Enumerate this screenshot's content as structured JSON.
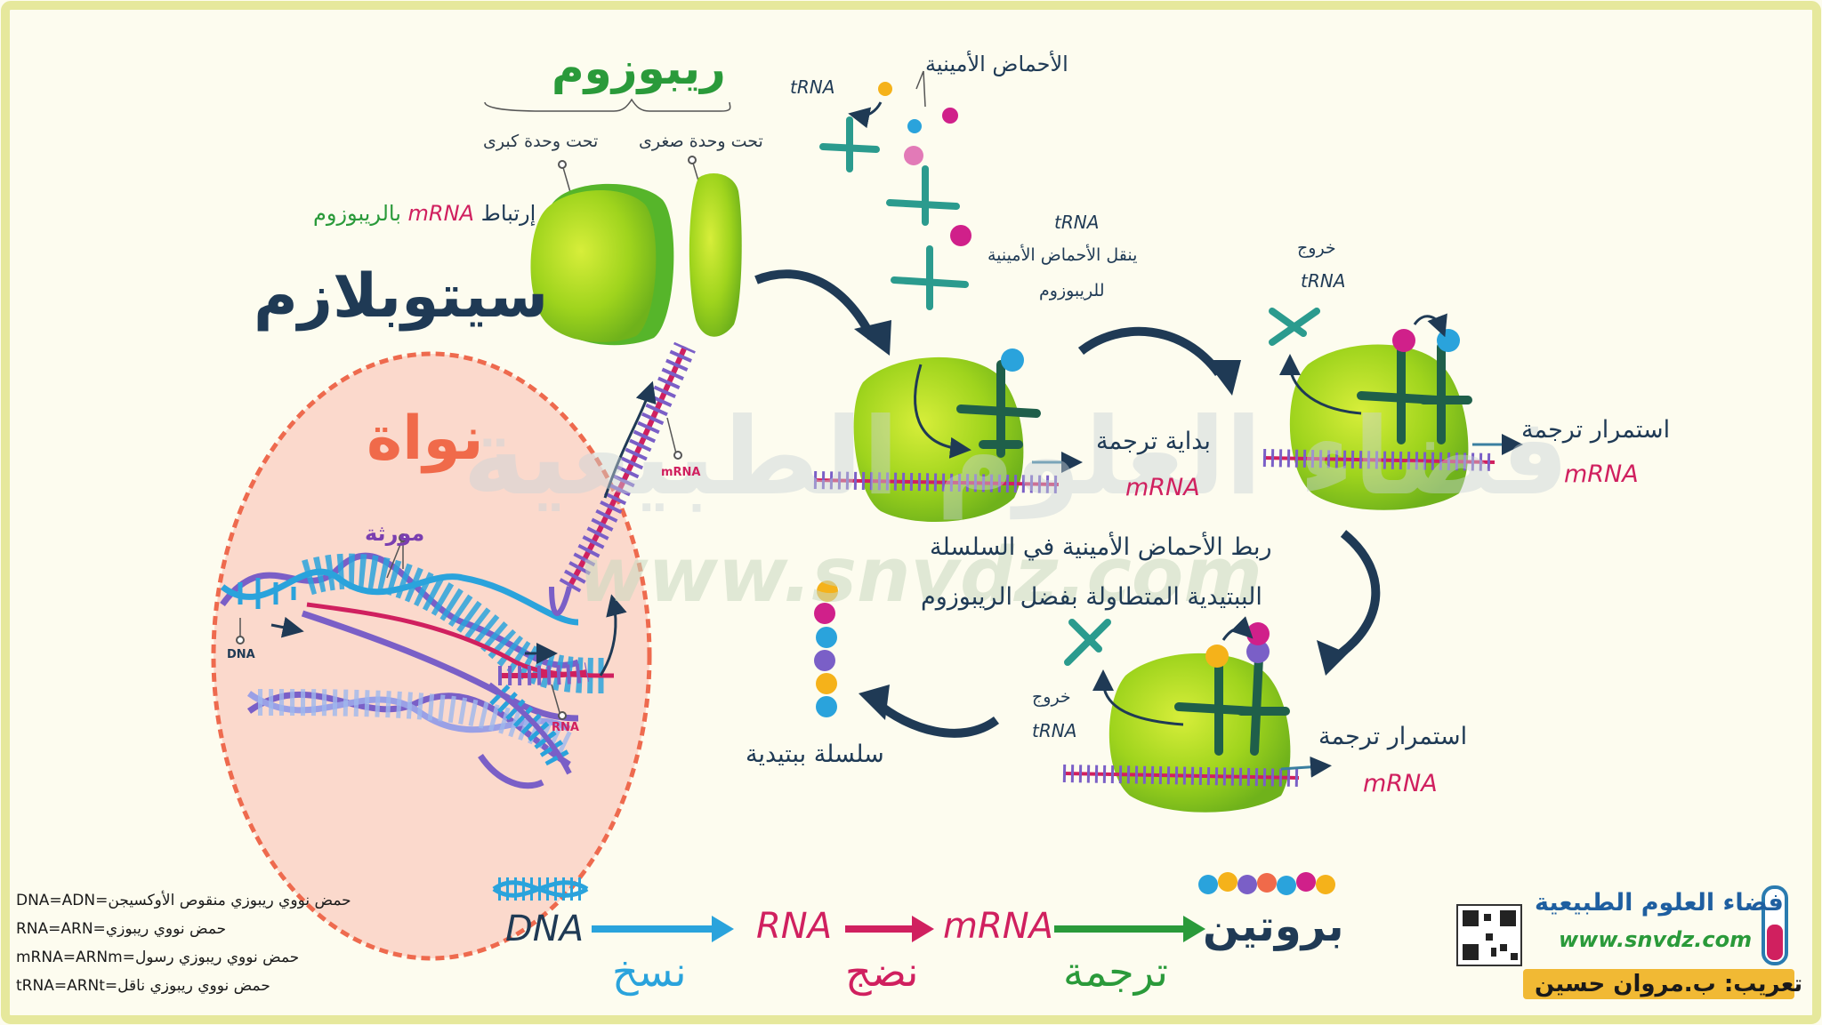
{
  "colors": {
    "background": "#fdfcef",
    "border": "#e6e89c",
    "navy": "#1f3a55",
    "pink": "#d0205f",
    "green": "#2a9a3a",
    "blue": "#2aa3dc",
    "orange": "#f06a4a",
    "ribosome": "#9fd41d",
    "trna": "#24806a"
  },
  "title": {
    "ribosome": "ريبوزوم",
    "cytoplasm": "سيتوبلازم",
    "nucleus": "نواة"
  },
  "ribosome": {
    "large_subunit": "تحت وحدة كبرى",
    "small_subunit": "تحت وحدة صغرى",
    "binding_prefix": "إرتباط",
    "binding_mrna": "mRNA",
    "binding_suffix": "بالريبوزوم"
  },
  "nucleus": {
    "gene": "مورثة",
    "dna": "DNA",
    "rna": "RNA",
    "mrna": "mRNA"
  },
  "translation": {
    "trna": "tRNA",
    "amino_acids": "الأحماض الأمينية",
    "trna_carries_1": "tRNA",
    "trna_carries_2": "ينقل الأحماض الأمينية",
    "trna_carries_3": "للريبوزوم",
    "start": "بداية ترجمة",
    "mrna_a": "mRNA",
    "exit_1": "خروج",
    "exit_2": "tRNA",
    "continue_1": "استمرار ترجمة",
    "mrna_b": "mRNA",
    "link_1": "ربط الأحماض الأمينية في السلسلة",
    "link_2": "الببتيدية المتطاولة بفضل الريبوزوم",
    "exit_3": "خروج",
    "exit_4": "tRNA",
    "continue_2": "استمرار ترجمة",
    "mrna_c": "mRNA",
    "peptide_chain": "سلسلة ببتيدية"
  },
  "flow": {
    "dna": "DNA",
    "rna": "RNA",
    "mrna": "mRNA",
    "protein": "بروتين",
    "transcription": "نسخ",
    "maturation": "نضج",
    "translation": "ترجمة"
  },
  "glossary": [
    "DNA=ADN=حمض نووي ريبوزي منقوص الأوكسيجن",
    "RNA=ARN=حمض نووي ريبوزي",
    "mRNA=ARNm=حمض نووي ريبوزي رسول",
    "tRNA=ARNt=حمض نووي ريبوزي ناقل"
  ],
  "watermark": {
    "arabic": "فضاء العلوم الطبيعية",
    "url": "www.snvdz.com"
  },
  "brand": {
    "name": "فضاء العلوم الطبيعية",
    "url": "www.snvdz.com",
    "credit": "تعريب: ب.مروان حسين"
  }
}
